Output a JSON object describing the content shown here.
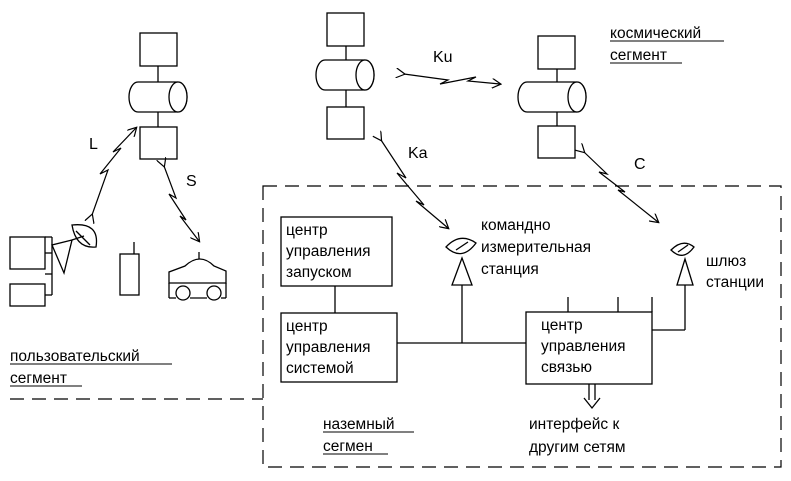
{
  "bands": {
    "l": "L",
    "s": "S",
    "ku": "Ku",
    "ka": "Ka",
    "c": "C"
  },
  "segments": {
    "space": [
      "космический",
      "сегмент"
    ],
    "user": [
      "пользовательский",
      "сегмент"
    ],
    "ground": [
      "наземный",
      "сегмен"
    ]
  },
  "nodes": {
    "launch_center": [
      "центр",
      "управления",
      "запуском"
    ],
    "system_center": [
      "центр",
      "управления",
      "системой"
    ],
    "comm_center": [
      "центр",
      "управления",
      "связью"
    ],
    "command_station": [
      "командно",
      "измерительная",
      "станция"
    ],
    "gateway": [
      "шлюз",
      "станции"
    ],
    "interface": [
      "интерфейс к",
      "другим сетям"
    ]
  }
}
